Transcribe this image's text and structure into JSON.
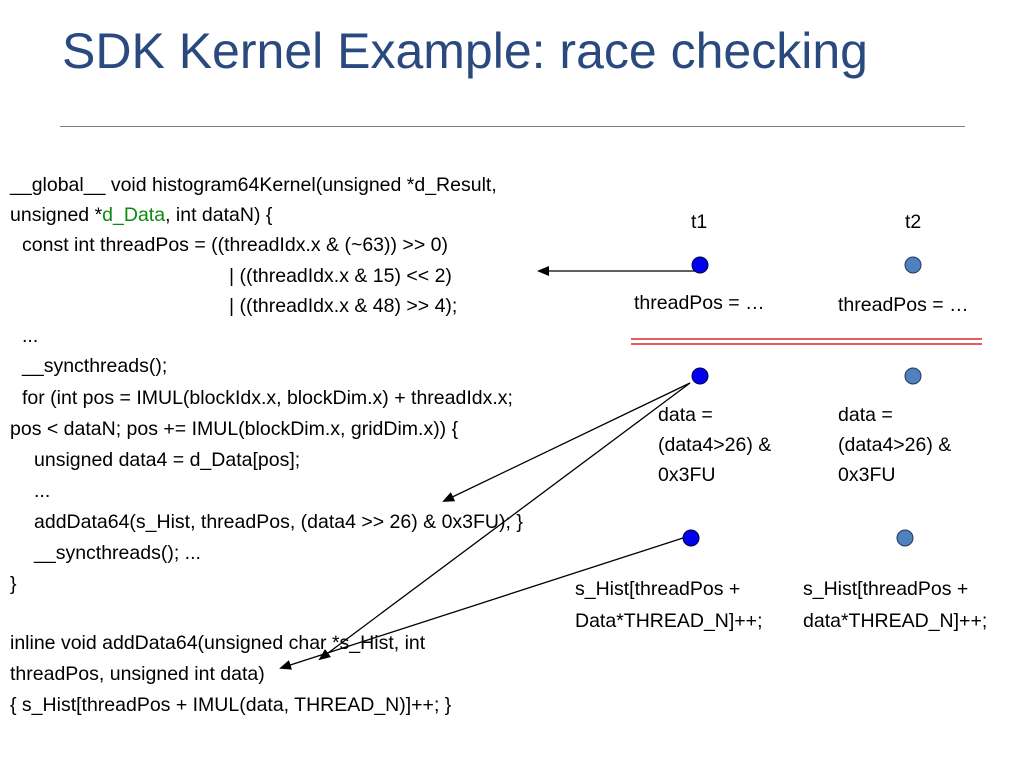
{
  "slide": {
    "title": "SDK Kernel Example: race checking"
  },
  "code": {
    "l1": "__global__ void histogram64Kernel(unsigned *d_Result,",
    "l2_pre": "unsigned *",
    "l2_hl": "d_Data",
    "l2_post": ", int dataN) {",
    "l3": "const int threadPos = ((threadIdx.x & (~63)) >> 0)",
    "l4": "| ((threadIdx.x & 15) << 2)",
    "l5": "| ((threadIdx.x & 48) >> 4);",
    "l6": "...",
    "l7": "__syncthreads();",
    "l8": "for (int pos = IMUL(blockIdx.x, blockDim.x) + threadIdx.x;",
    "l9": "pos < dataN; pos += IMUL(blockDim.x, gridDim.x))  {",
    "l10": "unsigned data4 = d_Data[pos];",
    "l11": "...",
    "l12": "addData64(s_Hist, threadPos, (data4 >> 26) & 0x3FU); }",
    "l13": "__syncthreads(); ...",
    "l14": "}",
    "l15": "inline void addData64(unsigned char *s_Hist, int",
    "l16": "threadPos, unsigned int data)",
    "l17": "{  s_Hist[threadPos + IMUL(data, THREAD_N)]++; }"
  },
  "threads": {
    "t1": {
      "label": "t1",
      "step1": "threadPos = …",
      "step2": [
        "data =",
        "(data4>26) &",
        "0x3FU"
      ],
      "step3": [
        "s_Hist[threadPos +",
        "Data*THREAD_N]++;"
      ]
    },
    "t2": {
      "label": "t2",
      "step1": "threadPos = …",
      "step2": [
        "data =",
        "(data4>26) &",
        "0x3FU"
      ],
      "step3": [
        "s_Hist[threadPos +",
        "data*THREAD_N]++;"
      ]
    }
  },
  "colors": {
    "title": "#2a4a7f",
    "highlight": "#0b8a0b",
    "t1_dot": "#0000ee",
    "t2_dot": "#4f81bd",
    "barrier": "#e06060"
  }
}
